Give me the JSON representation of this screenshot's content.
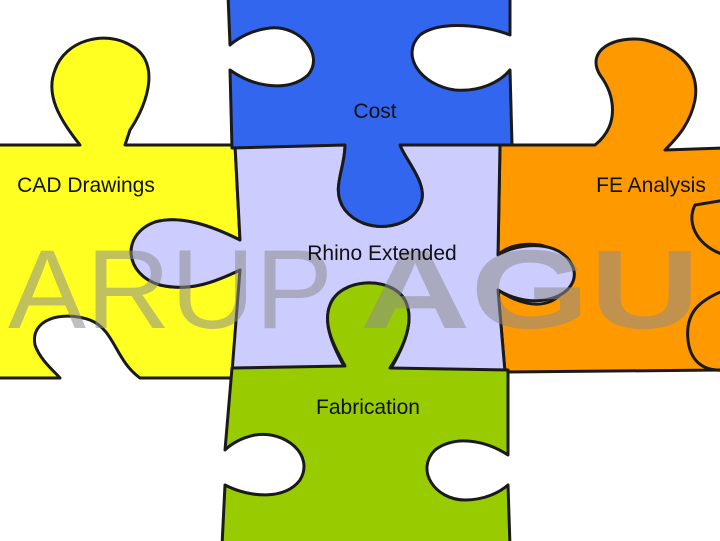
{
  "pieces": {
    "cost": {
      "label": "Cost",
      "color": "#3366ee"
    },
    "cad": {
      "label": "CAD Drawings",
      "color": "#ffff22"
    },
    "fe": {
      "label": "FE Analysis",
      "color": "#ff9900"
    },
    "rhino": {
      "label": "Rhino Extended",
      "color": "#ccccff"
    },
    "fabrication": {
      "label": "Fabrication",
      "color": "#99cc00"
    }
  },
  "watermark": {
    "light_text": "ARUP",
    "bold_text": "AGU",
    "color": "#8c8c8c"
  }
}
